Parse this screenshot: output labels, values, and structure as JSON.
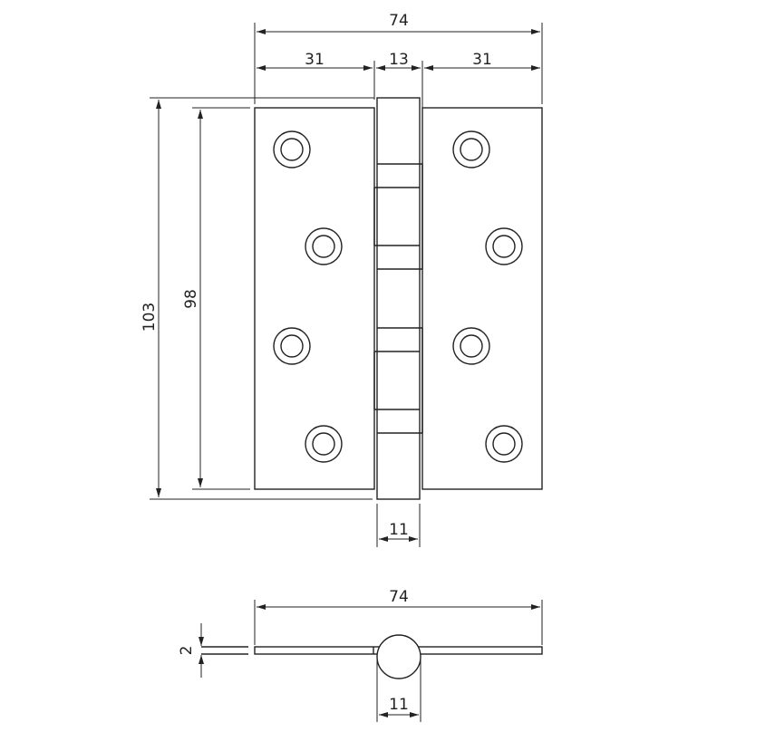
{
  "front_view": {
    "overall_width": "74",
    "leaf_left_width": "31",
    "knuckle_width": "13",
    "leaf_right_width": "31",
    "overall_height": "103",
    "leaf_height": "98",
    "barrel_width": "11",
    "holes_per_leaf": 4
  },
  "side_view": {
    "overall_width": "74",
    "thickness": "2",
    "barrel_diameter": "11"
  },
  "colors": {
    "line": "#222222",
    "background": "#ffffff"
  }
}
